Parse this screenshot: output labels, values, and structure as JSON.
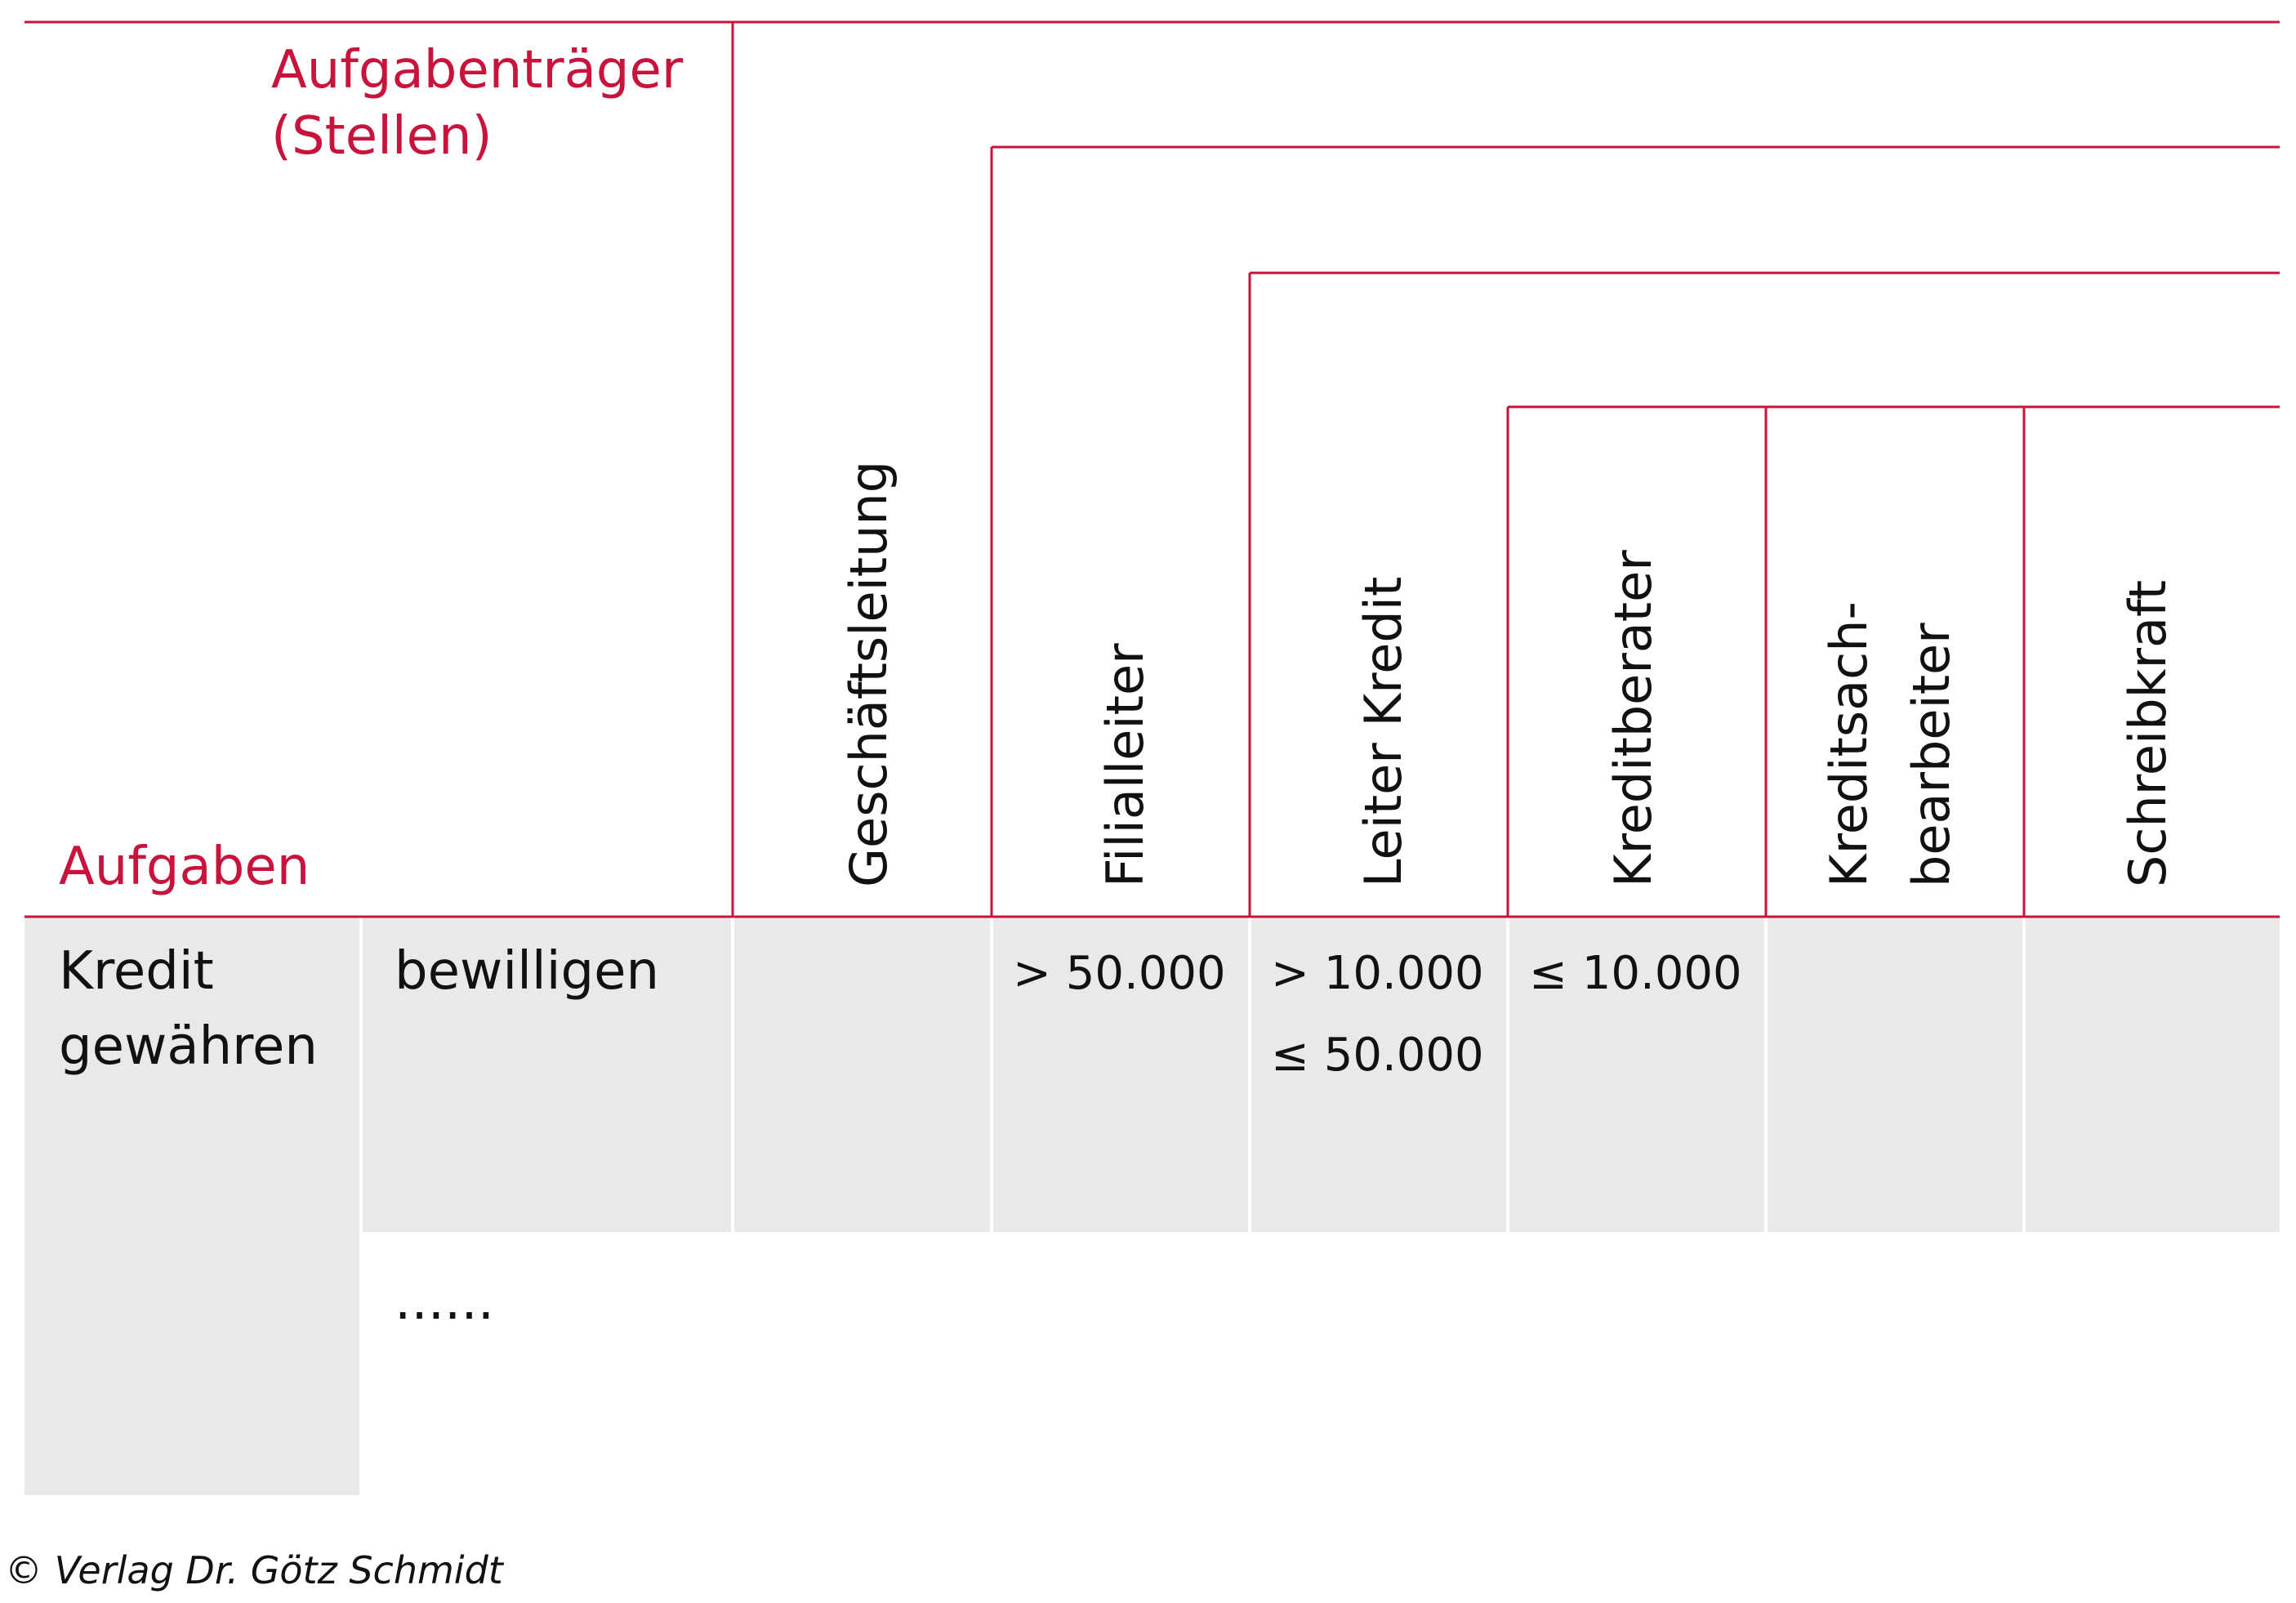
{
  "header": {
    "aufgabentraeger_line1": "Aufgabenträger",
    "aufgabentraeger_line2": "(Stellen)",
    "aufgaben": "Aufgaben"
  },
  "roles": [
    {
      "label": "Geschäftsleitung"
    },
    {
      "label": "Filialleiter"
    },
    {
      "label": "Leiter Kredit"
    },
    {
      "label": "Kreditberater"
    },
    {
      "label_line1": "Kreditsach-",
      "label_line2": "bearbeiter"
    },
    {
      "label": "Schreibkraft"
    }
  ],
  "tasks": {
    "main_line1": "Kredit",
    "main_line2": "gewähren",
    "sub": "bewilligen",
    "more": "......"
  },
  "values": {
    "filialleiter": "> 50.000",
    "leiter_kredit_line1": "> 10.000",
    "leiter_kredit_line2": "≤ 50.000",
    "kreditberater": "≤ 10.000"
  },
  "footer": {
    "copyright": "© Verlag Dr. Götz Schmidt"
  },
  "colors": {
    "accent_red": "#c8143c",
    "cell_gray": "#e8eaea",
    "text": "#111111"
  }
}
